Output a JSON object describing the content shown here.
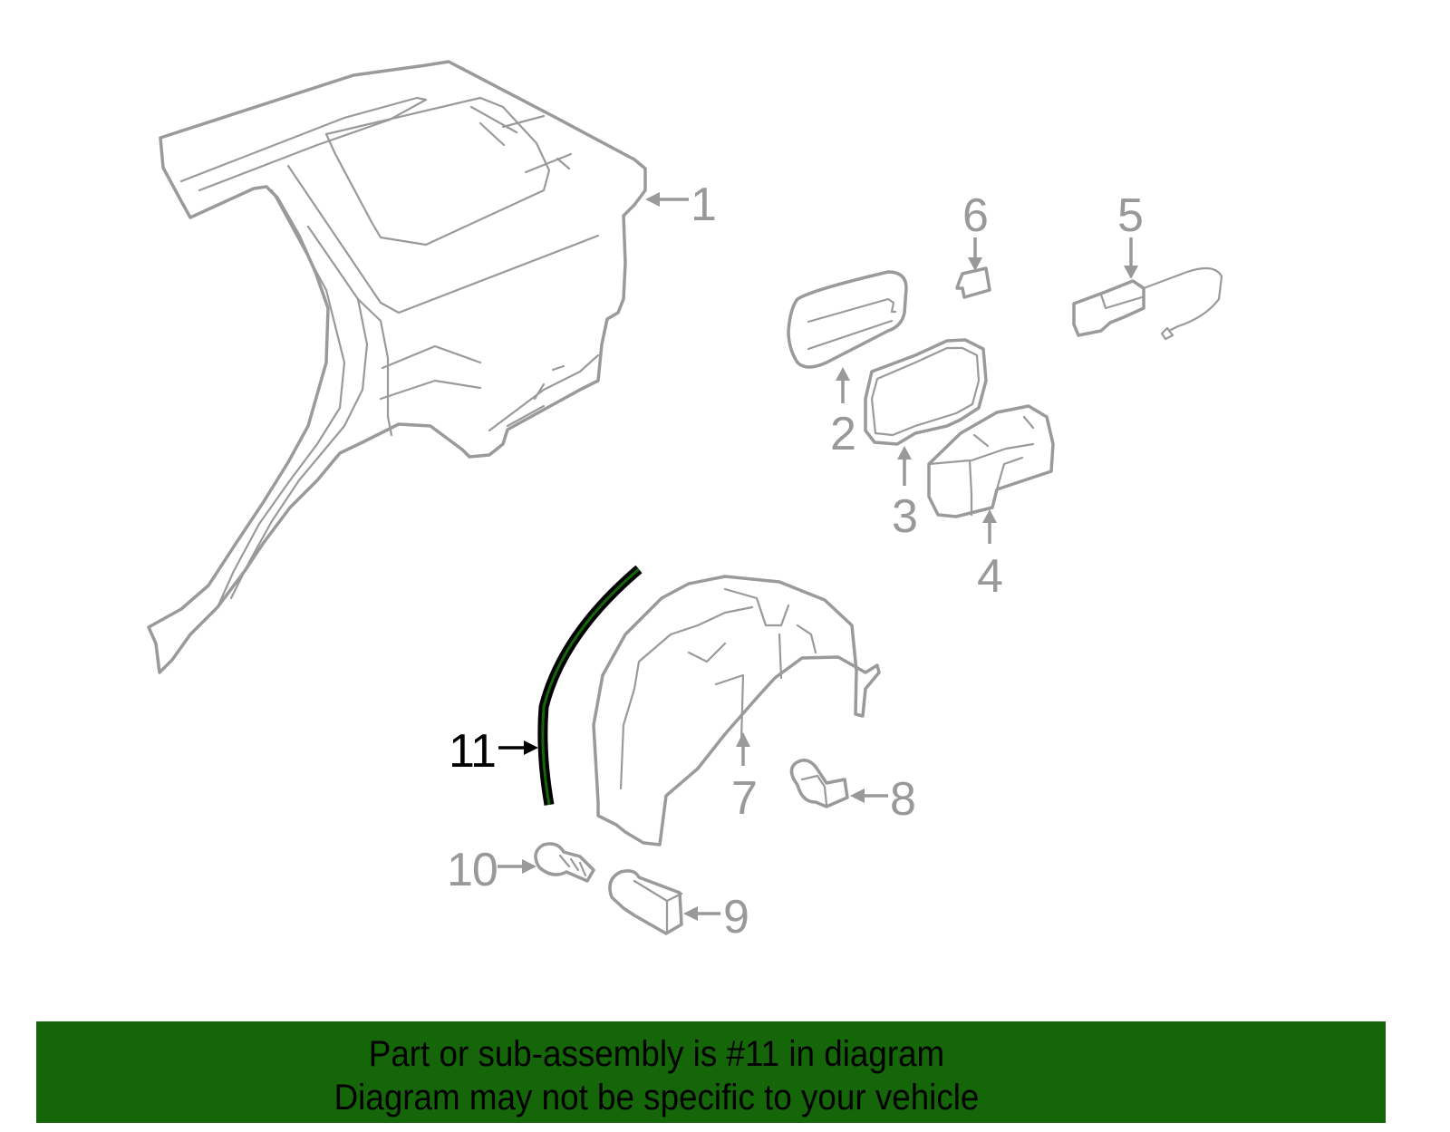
{
  "diagram": {
    "highlighted_part": "11",
    "highlight_color": "#146608",
    "callouts": [
      {
        "id": "1",
        "label": "1",
        "part": "quarter-panel"
      },
      {
        "id": "2",
        "label": "2",
        "part": "fuel-door"
      },
      {
        "id": "3",
        "label": "3",
        "part": "fuel-door-seal"
      },
      {
        "id": "4",
        "label": "4",
        "part": "fuel-filler-housing"
      },
      {
        "id": "5",
        "label": "5",
        "part": "fuel-door-actuator"
      },
      {
        "id": "6",
        "label": "6",
        "part": "clip"
      },
      {
        "id": "7",
        "label": "7",
        "part": "wheel-house-liner"
      },
      {
        "id": "8",
        "label": "8",
        "part": "liner-clip"
      },
      {
        "id": "9",
        "label": "9",
        "part": "nut"
      },
      {
        "id": "10",
        "label": "10",
        "part": "screw"
      },
      {
        "id": "11",
        "label": "11",
        "part": "weatherstrip"
      }
    ]
  },
  "banner": {
    "line1": "Part or sub-assembly is #11 in diagram",
    "line2": "Diagram may not be specific to your vehicle",
    "background": "#146608"
  }
}
